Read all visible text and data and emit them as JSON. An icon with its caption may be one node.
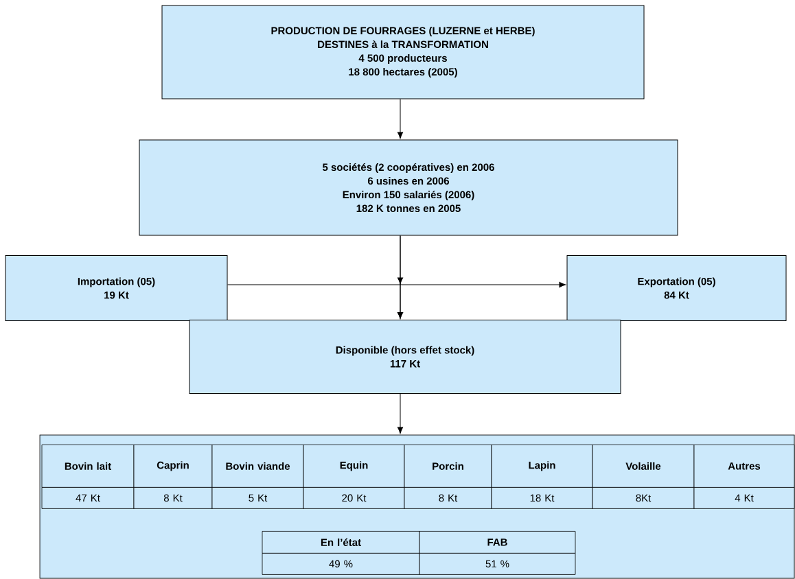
{
  "diagram": {
    "nodes": [
      {
        "text": [
          "PRODUCTION DE FOURRAGES (LUZERNE et HERBE)",
          "DESTINES à la TRANSFORMATION",
          "4 500 producteurs",
          "18 800 hectares (2005)"
        ]
      },
      {
        "text": [
          "5 sociétés (2 coopératives) en 2006",
          "6 usines en 2006",
          "Environ 150 salariés (2006)",
          "182 K tonnes en 2005"
        ]
      },
      {
        "text": [
          "Importation (05)",
          "19 Kt"
        ]
      },
      {
        "text": [
          "Exportation (05)",
          "84 Kt"
        ]
      },
      {
        "text": [
          "Disponible (hors effet stock)",
          "117 Kt"
        ]
      },
      {
        "text": [],
        "shape": "box"
      }
    ],
    "edges": [
      {
        "from": 0,
        "to": 1,
        "arrow": "to"
      },
      {
        "from": 1,
        "to": 4,
        "arrow": "to"
      },
      {
        "from": 1,
        "to": 3,
        "arrow": "to"
      },
      {
        "from": 2,
        "to": 4,
        "arrow": "to"
      },
      {
        "from": 4,
        "to": 5,
        "arrow": "to"
      }
    ],
    "labels": [
      "Bovin lait",
      "Caprin",
      "Bovin viande",
      "Equin",
      "Porcin",
      "Lapin",
      "Volaille",
      "Autres",
      "47 Kt",
      "8 Kt",
      "5 Kt",
      "20 Kt",
      "8 Kt",
      "18 Kt",
      "8Kt",
      "4 Kt",
      "En l’état",
      "FAB",
      "49 %",
      "51 %"
    ]
  }
}
